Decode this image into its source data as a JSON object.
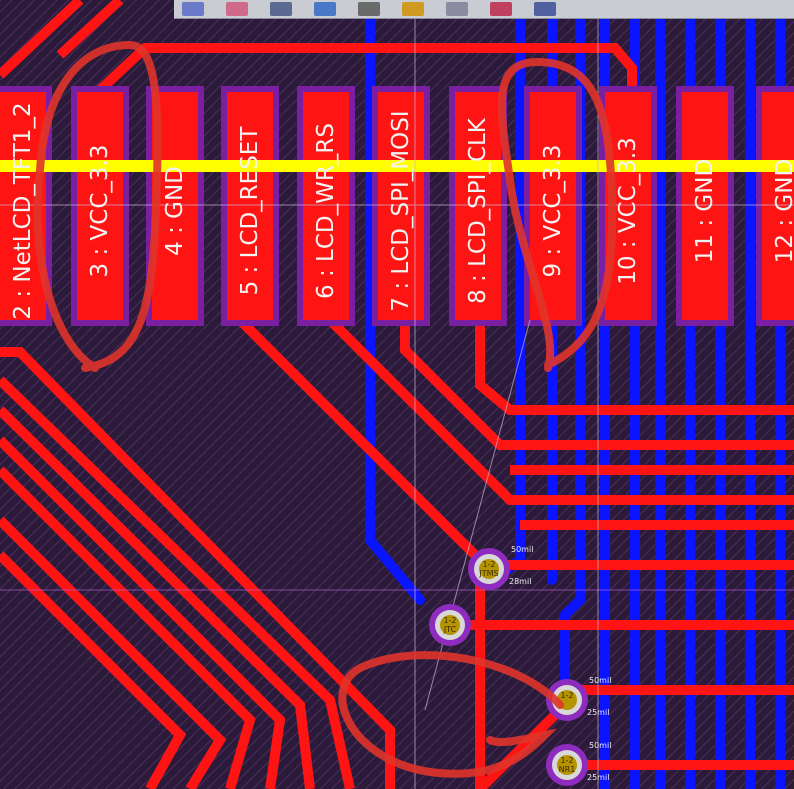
{
  "app": {
    "window": "PCB layout editor"
  },
  "colors": {
    "board": "#2c1a3a",
    "top_layer": "#ff1414",
    "bottom_layer": "#0a14ff",
    "keepout_stripe": "#ffff00",
    "pad_border": "#7a1fa2",
    "via_ring": "#8e2cc0",
    "via_fill": "#d8d8d8",
    "via_core": "#b59400",
    "annotation": "#e0342a"
  },
  "pads": [
    {
      "label": "2 : NetLCD_TFT1_2"
    },
    {
      "label": "3 : VCC_3.3"
    },
    {
      "label": "4 : GND"
    },
    {
      "label": "5 : LCD_RESET"
    },
    {
      "label": "6 : LCD_WR_RS"
    },
    {
      "label": "7 : LCD_SPI_MOSI"
    },
    {
      "label": "8 : LCD_SPI_CLK"
    },
    {
      "label": "9 : VCC_3.3"
    },
    {
      "label": "10 : VCC_3.3"
    },
    {
      "label": "11 : GND"
    },
    {
      "label": "12 : GND"
    }
  ],
  "vias": [
    {
      "name_top": "1-2",
      "name_bottom": "JTMS",
      "dim_top": "50mil",
      "dim_bottom": "28mil"
    },
    {
      "name_top": "1-2",
      "name_bottom": "JTC",
      "dim_top": "",
      "dim_bottom": ""
    },
    {
      "name_top": "1-2",
      "name_bottom": "",
      "dim_top": "50mil",
      "dim_bottom": "25mil"
    },
    {
      "name_top": "1-2",
      "name_bottom": "NR1",
      "dim_top": "50mil",
      "dim_bottom": "25mil"
    }
  ],
  "toolbar": {
    "icons": [
      "select-icon",
      "measure-icon",
      "line-icon",
      "component-icon",
      "via-icon",
      "pin-icon",
      "rectangle-icon",
      "polygon-icon",
      "layer-icon"
    ]
  }
}
